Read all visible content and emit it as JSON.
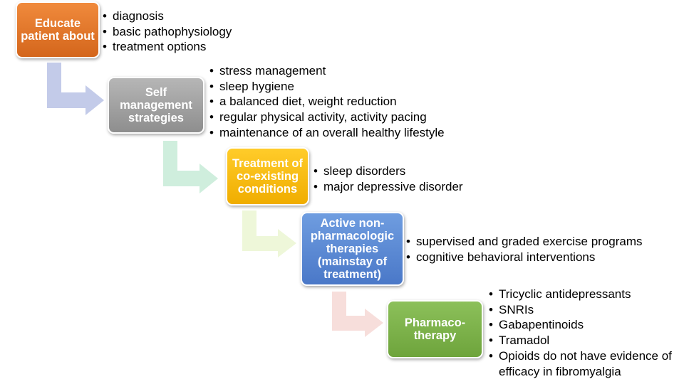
{
  "steps": [
    {
      "label": "Educate patient about",
      "color": "#e8782c",
      "items": [
        "diagnosis",
        "basic pathophysiology",
        "treatment options"
      ]
    },
    {
      "label": "Self management strategies",
      "color": "#a6a6a6",
      "items": [
        "stress management",
        "sleep hygiene",
        "a balanced diet, weight reduction",
        "regular physical activity, activity pacing",
        "maintenance of an overall healthy lifestyle"
      ]
    },
    {
      "label": "Treatment of co-existing conditions",
      "color": "#fbbf12",
      "items": [
        "sleep disorders",
        "major depressive disorder"
      ]
    },
    {
      "label": "Active non-pharmacologic therapies (mainstay of treatment)",
      "color": "#5b8bd6",
      "items": [
        "supervised and graded exercise programs",
        "cognitive behavioral interventions"
      ]
    },
    {
      "label": "Pharmaco-therapy",
      "color": "#7db24a",
      "items": [
        "Tricyclic antidepressants",
        "SNRIs",
        "Gabapentinoids",
        "Tramadol",
        "Opioids do not have evidence of efficacy in fibromyalgia"
      ]
    }
  ],
  "connector_colors": [
    "#c3cbe9",
    "#cfeedd",
    "#eef7d9",
    "#f7dedb"
  ]
}
